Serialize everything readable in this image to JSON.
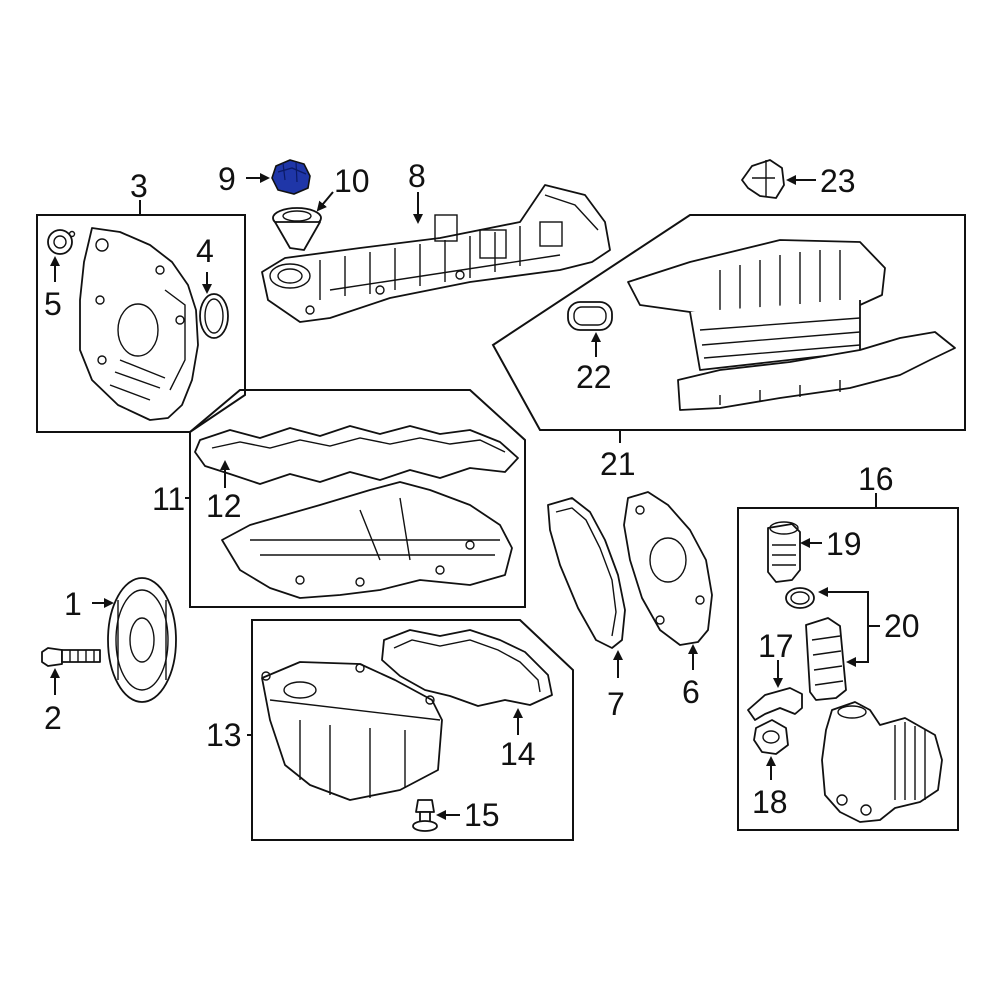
{
  "callouts": [
    "1",
    "2",
    "3",
    "4",
    "5",
    "6",
    "7",
    "8",
    "9",
    "10",
    "11",
    "12",
    "13",
    "14",
    "15",
    "16",
    "17",
    "18",
    "19",
    "20",
    "21",
    "22",
    "23"
  ],
  "highlight_color": "#1f36a8",
  "line_color": "#111111"
}
